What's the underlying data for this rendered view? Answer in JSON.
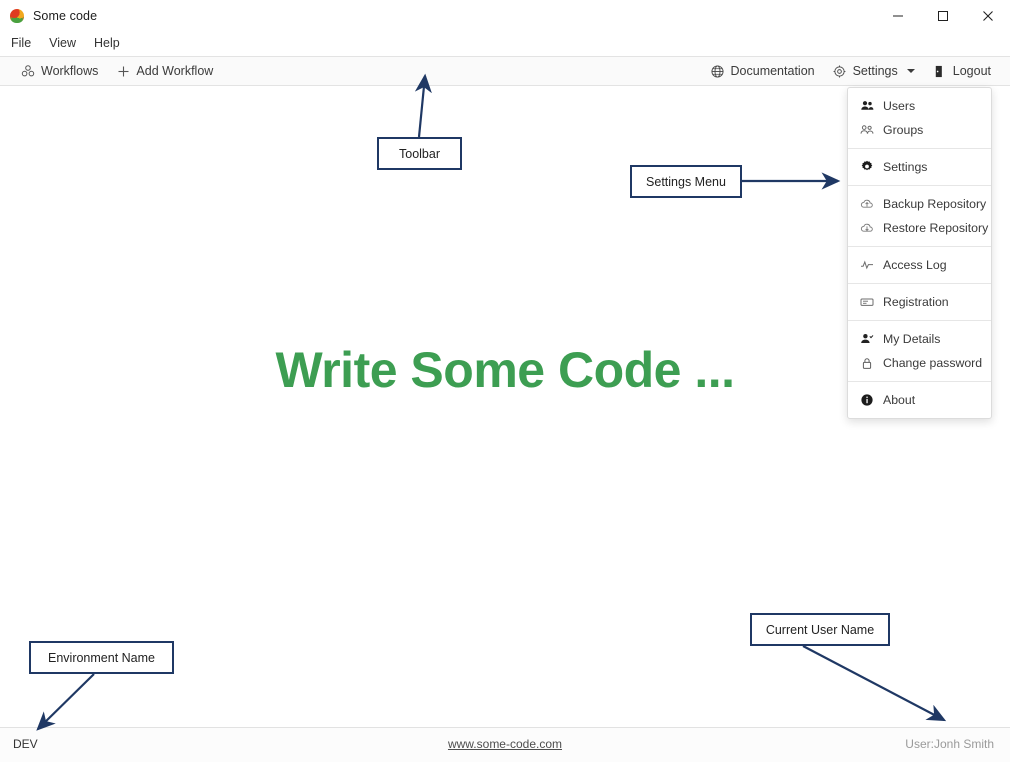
{
  "window": {
    "title": "Some code",
    "icon": "app-bug-icon",
    "controls": {
      "minimize": "minimize-icon",
      "maximize": "maximize-icon",
      "close": "close-icon"
    }
  },
  "menubar": {
    "items": [
      {
        "label": "File"
      },
      {
        "label": "View"
      },
      {
        "label": "Help"
      }
    ]
  },
  "toolbar": {
    "left": [
      {
        "label": "Workflows",
        "icon": "workflows-icon"
      },
      {
        "label": "Add Workflow",
        "icon": "plus-icon"
      }
    ],
    "right": [
      {
        "label": "Documentation",
        "icon": "globe-icon"
      },
      {
        "label": "Settings",
        "icon": "gear-icon",
        "caret": true
      },
      {
        "label": "Logout",
        "icon": "logout-door-icon"
      }
    ]
  },
  "main": {
    "heading": "Write Some Code ..."
  },
  "settings_menu": {
    "groups": [
      {
        "items": [
          {
            "label": "Users",
            "icon": "users-icon"
          },
          {
            "label": "Groups",
            "icon": "groups-icon"
          }
        ]
      },
      {
        "items": [
          {
            "label": "Settings",
            "icon": "gear-icon"
          }
        ]
      },
      {
        "items": [
          {
            "label": "Backup Repository",
            "icon": "cloud-upload-icon"
          },
          {
            "label": "Restore Repository",
            "icon": "cloud-download-icon"
          }
        ]
      },
      {
        "items": [
          {
            "label": "Access Log",
            "icon": "pulse-icon"
          }
        ]
      },
      {
        "items": [
          {
            "label": "Registration",
            "icon": "card-icon"
          }
        ]
      },
      {
        "items": [
          {
            "label": "My Details",
            "icon": "user-check-icon"
          },
          {
            "label": "Change password",
            "icon": "lock-icon"
          }
        ]
      },
      {
        "items": [
          {
            "label": "About",
            "icon": "info-icon"
          }
        ]
      }
    ]
  },
  "footer": {
    "environment": "DEV",
    "site_link": "www.some-code.com",
    "user": "User:Jonh Smith"
  },
  "annotations": {
    "color": "#1f3864",
    "callouts": [
      {
        "label": "Toolbar"
      },
      {
        "label": "Settings Menu"
      },
      {
        "label": "Environment Name"
      },
      {
        "label": "Current User Name"
      }
    ]
  },
  "colors": {
    "heading_green": "#3d9e52",
    "annotation_navy": "#1f3864",
    "toolbar_bg": "#fafafa",
    "footer_user_gray": "#9a9a9a"
  }
}
